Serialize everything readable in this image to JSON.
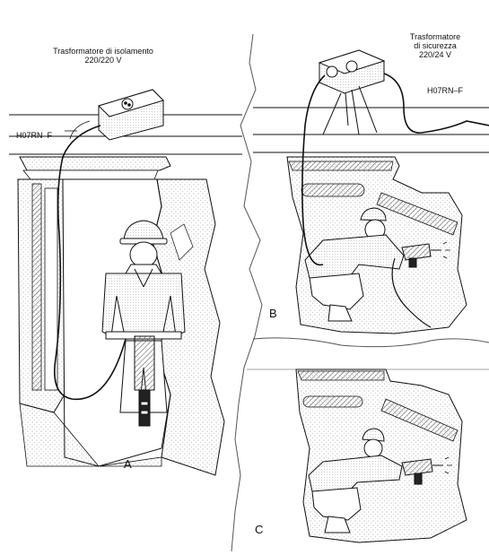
{
  "labels": {
    "transformer_a": [
      "Trasformatore di isolamento",
      "220/220 V"
    ],
    "transformer_b": [
      "Trasformatore",
      "di sicurezza",
      "220/24 V"
    ],
    "cable_a": "H07RN–F",
    "cable_b": "H07RN–F"
  },
  "panels": {
    "a": "A",
    "b": "B",
    "c": "C"
  },
  "colors": {
    "ink": "#111111",
    "stipple": "#9a9a9a",
    "hatch": "#6f6f6f",
    "paper": "#ffffff"
  }
}
